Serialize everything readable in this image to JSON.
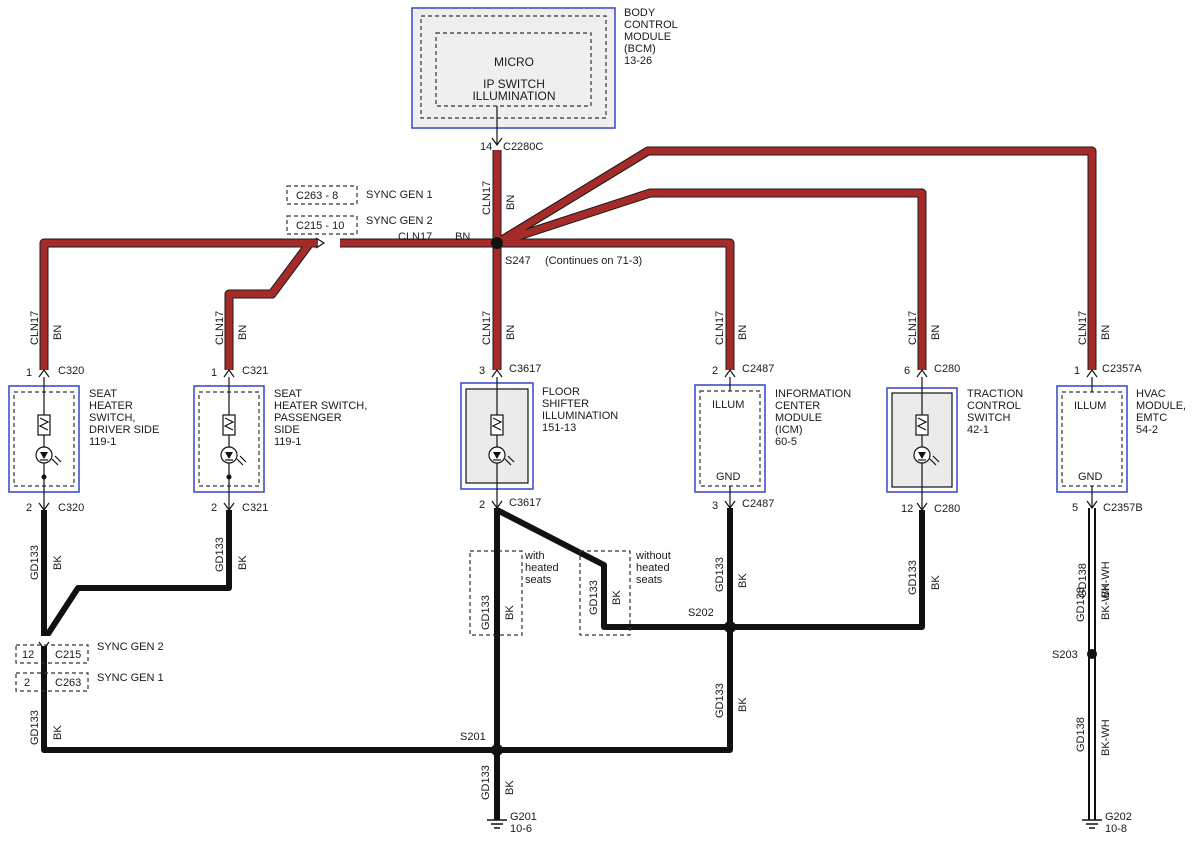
{
  "bcm": {
    "title_lines": [
      "BODY",
      "CONTROL",
      "MODULE",
      "(BCM)",
      "13-26"
    ],
    "micro": "MICRO",
    "ip_lines": [
      "IP SWITCH",
      "ILLUMINATION"
    ],
    "pin": "14",
    "connector": "C2280C"
  },
  "splice_top": {
    "id": "S247",
    "note": "(Continues on 71-3)",
    "wire_vertical": "CLN17",
    "color_vertical": "BN",
    "wire_horizontal": "CLN17",
    "color_horizontal": "BN"
  },
  "sync_top": [
    {
      "box": "C263 - 8",
      "label": "SYNC GEN 1"
    },
    {
      "box": "C215 - 10",
      "label": "SYNC GEN 2"
    }
  ],
  "modules": [
    {
      "id": "seat-driver",
      "lines": [
        "SEAT",
        "HEATER",
        "SWITCH,",
        "DRIVER SIDE",
        "119-1"
      ],
      "pin_top": "1",
      "conn_top": "C320",
      "pin_bot": "2",
      "conn_bot": "C320",
      "wire_top": "CLN17",
      "color_top": "BN",
      "wire_bot": "GD133",
      "color_bot": "BK"
    },
    {
      "id": "seat-pass",
      "lines": [
        "SEAT",
        "HEATER SWITCH,",
        "PASSENGER",
        "SIDE",
        "119-1"
      ],
      "pin_top": "1",
      "conn_top": "C321",
      "pin_bot": "2",
      "conn_bot": "C321",
      "wire_top": "CLN17",
      "color_top": "BN",
      "wire_bot": "GD133",
      "color_bot": "BK"
    },
    {
      "id": "floor-shifter",
      "lines": [
        "FLOOR",
        "SHIFTER",
        "ILLUMINATION",
        "151-13"
      ],
      "pin_top": "3",
      "conn_top": "C3617",
      "pin_bot": "2",
      "conn_bot": "C3617",
      "wire_top": "CLN17",
      "color_top": "BN"
    },
    {
      "id": "icm",
      "lines": [
        "INFORMATION",
        "CENTER",
        "MODULE",
        "(ICM)",
        "60-5"
      ],
      "inner_top": "ILLUM",
      "inner_bot": "GND",
      "pin_top": "2",
      "conn_top": "C2487",
      "pin_bot": "3",
      "conn_bot": "C2487",
      "wire_top": "CLN17",
      "color_top": "BN",
      "wire_bot": "GD133",
      "color_bot": "BK"
    },
    {
      "id": "traction",
      "lines": [
        "TRACTION",
        "CONTROL",
        "SWITCH",
        "42-1"
      ],
      "pin_top": "6",
      "conn_top": "C280",
      "pin_bot": "12",
      "conn_bot": "C280",
      "wire_top": "CLN17",
      "color_top": "BN",
      "wire_bot": "GD133",
      "color_bot": "BK"
    },
    {
      "id": "hvac",
      "lines": [
        "HVAC",
        "MODULE,",
        "EMTC",
        "54-2"
      ],
      "inner_top": "ILLUM",
      "inner_bot": "GND",
      "pin_top": "1",
      "conn_top": "C2357A",
      "pin_bot": "5",
      "conn_bot": "C2357B",
      "wire_top": "CLN17",
      "color_top": "BN",
      "wire_bot": "GD138",
      "color_bot": "BK-WH"
    }
  ],
  "options": {
    "with": {
      "lines": [
        "with",
        "heated",
        "seats"
      ],
      "wire": "GD133",
      "color": "BK"
    },
    "without": {
      "lines": [
        "without",
        "heated",
        "seats"
      ],
      "wire": "GD133",
      "color": "BK"
    }
  },
  "sync_bottom": [
    {
      "pin": "12",
      "conn": "C215",
      "label": "SYNC GEN 2"
    },
    {
      "pin": "2",
      "conn": "C263",
      "label": "SYNC GEN 1"
    }
  ],
  "ground_left": {
    "wire": "GD133",
    "color": "BK"
  },
  "splices": {
    "s201": "S201",
    "s202": "S202",
    "s203": "S203"
  },
  "ground_s201": {
    "wire": "GD133",
    "color": "BK",
    "id": "G201",
    "ref": "10-6"
  },
  "ground_s202": {
    "wire": "GD133",
    "color": "BK"
  },
  "hvac_ground": {
    "wire_upper": "GD138",
    "color_upper": "BK-WH",
    "wire_lower": "GD138",
    "color_lower": "BK-WH",
    "id": "G202",
    "ref": "10-8"
  },
  "colors": {
    "wire_red": "#a52a2a",
    "wire_black": "#111111",
    "module_border": "#3344cc"
  }
}
